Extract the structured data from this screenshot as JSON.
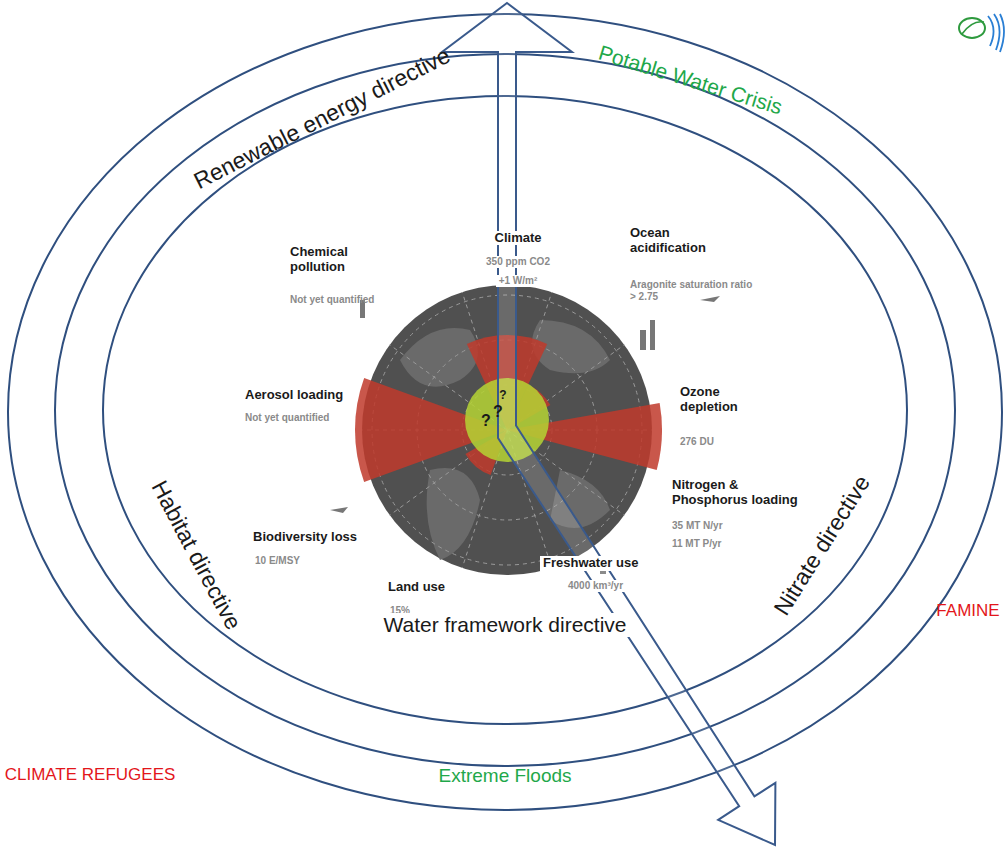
{
  "diagram": {
    "labels": [
      "Potable Water Crisis",
      "Renewable energy directive",
      "Climate",
      "350 ppm CO2",
      "+1 W/m²",
      "Ocean acidification",
      "Aragonite saturation ratio > 2.75",
      "Chemical pollution",
      "Not yet quantified",
      "Ozone depletion",
      "276 DU",
      "Aerosol loading",
      "Not yet quantified",
      "Nitrogen & Phosphorus loading",
      "35 MT N/yr",
      "11 MT P/yr",
      "Biodiversity loss",
      "10 E/MSY",
      "Land use",
      "15%",
      "Freshwater use",
      "4000 km³/yr",
      "Habitat directive",
      "Nitrate directive",
      "Water framework directive",
      "Extreme Floods",
      "FAMINE",
      "CLIMATE REFUGEES",
      "?",
      "?",
      "?"
    ]
  }
}
